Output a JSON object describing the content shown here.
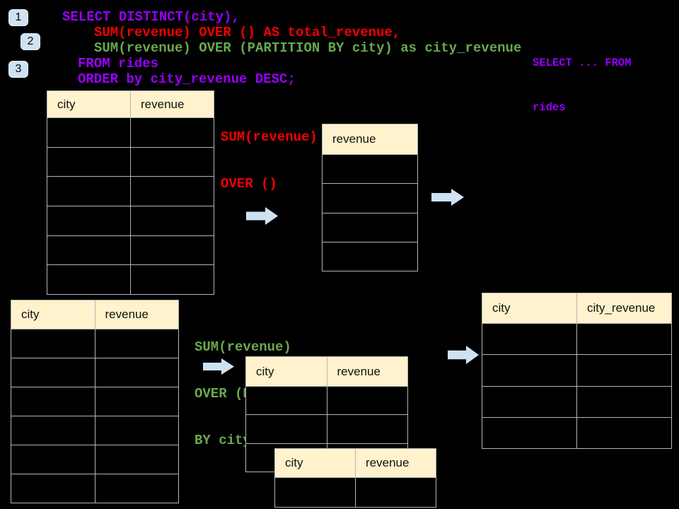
{
  "colors": {
    "background": "#000000",
    "sql_purple": "#9900ff",
    "sql_red": "#f60000",
    "sql_green": "#6aa84f",
    "table_header_bg": "#fff2cc",
    "table_border": "#b4b4b4",
    "arrow_blue": "#cfe2f3",
    "badge_blue": "#cfe2f3"
  },
  "badges": {
    "one": "1",
    "two": "2",
    "three": "3"
  },
  "sql": {
    "line1": "SELECT DISTINCT(city),",
    "line2": "SUM(revenue) OVER () AS total_revenue,",
    "line3": "SUM(revenue) OVER (PARTITION BY city) as city_revenue",
    "line4": "FROM rides",
    "line5": "ORDER by city_revenue DESC;"
  },
  "side_note": {
    "line1": "SELECT ... FROM",
    "line2": "rides"
  },
  "annotations": {
    "total": {
      "line1": "SUM(revenue)",
      "line2": "OVER ()"
    },
    "partition": {
      "line1": "SUM(revenue)",
      "line2": "OVER (PARTITION",
      "line3": "BY city)"
    }
  },
  "tables": {
    "source_top": {
      "headers": [
        "city",
        "revenue"
      ],
      "empty_rows": 6
    },
    "total_result": {
      "headers": [
        "revenue"
      ],
      "empty_rows": 4
    },
    "source_bottom": {
      "headers": [
        "city",
        "revenue"
      ],
      "empty_rows": 6
    },
    "partition_step": {
      "headers": [
        "city",
        "revenue"
      ],
      "empty_rows": 3
    },
    "partition_overlay": {
      "headers": [
        "city",
        "revenue"
      ],
      "empty_rows": 1
    },
    "partition_result": {
      "headers": [
        "city",
        "city_revenue"
      ],
      "empty_rows": 4
    }
  }
}
